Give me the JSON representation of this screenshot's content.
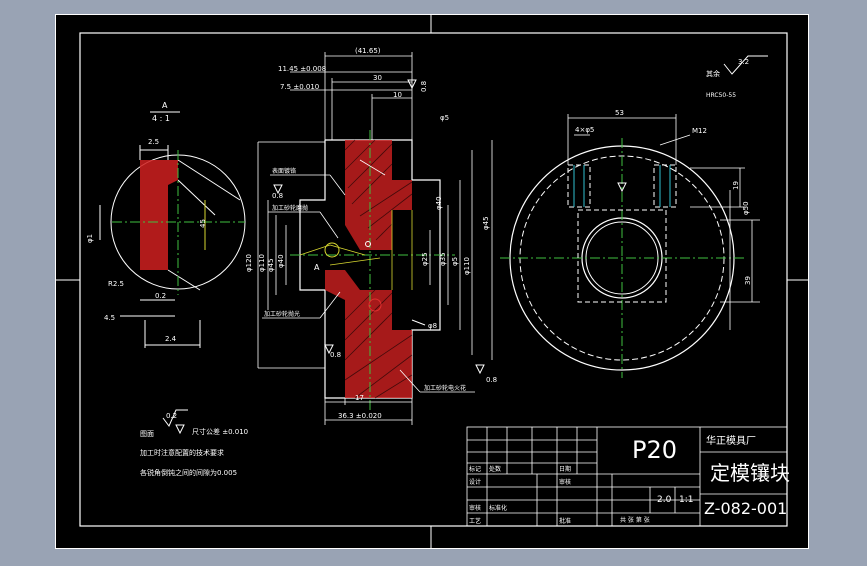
{
  "colors": {
    "viewport_bg": "#99a3b4",
    "sheet_bg": "#000000",
    "line_white": "#ffffff",
    "line_yellow": "#d8d830",
    "line_red": "#e03030",
    "line_green": "#40c040",
    "line_cyan": "#30c0d0",
    "hatch_red": "#d02020"
  },
  "title_block": {
    "material": "P20",
    "company": "华正模具厂",
    "part_name": "定模镶块",
    "drawing_no": "Z-082-001",
    "scale": "1:1",
    "weight": "2.0",
    "row_labels": [
      "标记",
      "处数",
      "设计",
      "审核",
      "工艺",
      "标准化",
      "批准",
      "日期"
    ],
    "footer": "共 张 第 张"
  },
  "detail_view": {
    "label": "A",
    "scale": "4 : 1",
    "dims": [
      "2.5",
      "R2.5",
      "0.2",
      "4.5",
      "2.4",
      "φ1",
      "45"
    ]
  },
  "section_view": {
    "dims_top": [
      "(41.65)",
      "11.45 ±0.008",
      "30",
      "7.5 ±0.010",
      "10"
    ],
    "dims_side": [
      "φ5",
      "φ40",
      "φ45",
      "φ110",
      "φ120",
      "φ35",
      "φ25",
      "φ8",
      "17"
    ],
    "dims_bottom": "36.3 ±0.020",
    "roughness": [
      "0.8",
      "0.8",
      "0.8",
      "0.8"
    ],
    "label_A": "A",
    "notes": [
      "表面镀铬",
      "加工砂轮磨抛",
      "加工砂轮抛光",
      "加工砂轮电火花"
    ]
  },
  "top_view": {
    "dims": [
      "53",
      "4×φ5",
      "M12",
      "19",
      "φ50",
      "39"
    ]
  },
  "roughness_other": {
    "value": "3.2",
    "label": "其余",
    "hardness": "HRC50-55"
  },
  "tech_notes": {
    "heading": "图面",
    "tolerance": "尺寸公差 ±0.010",
    "roughness_value": "0.2",
    "note1": "加工时注意配置的技术要求",
    "note2": "各锐角倒钝之间的间隙为0.005"
  }
}
